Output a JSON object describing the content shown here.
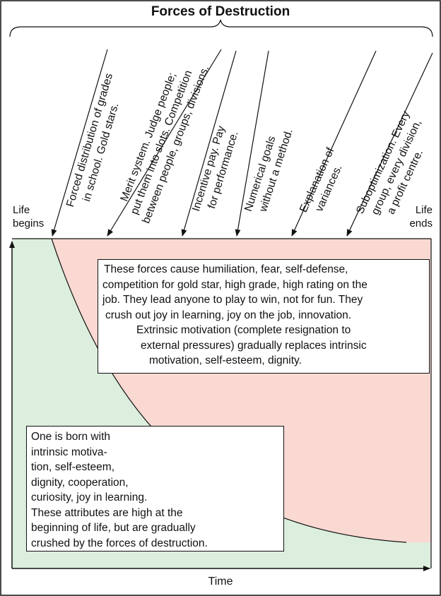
{
  "title": "Forces of Destruction",
  "life_begins": [
    "Life",
    "begins"
  ],
  "life_ends": [
    "Life",
    "ends"
  ],
  "x_axis_label": "Time",
  "forces": [
    {
      "lines": [
        "Forced distribution of grades",
        "in school. Gold stars."
      ]
    },
    {
      "lines": [
        "Merit system. Judge people;",
        "put them into slots. Competition",
        "between people, groups, divisions."
      ]
    },
    {
      "lines": [
        "Incentive pay. Pay",
        "for performance."
      ]
    },
    {
      "lines": [
        "Numerical goals",
        "without a method."
      ]
    },
    {
      "lines": [
        "Explanation of",
        "variances."
      ]
    },
    {
      "lines": [
        "Suboptimization. Every",
        "group, every division,",
        "a profit centre."
      ]
    }
  ],
  "destruction_box": {
    "lines": [
      "These forces cause humiliation, fear, self-defense,",
      "competition for gold star,  high grade, high rating on the",
      "job. They lead  anyone to play to win, not for fun. They",
      "crush out joy in learning, joy on the job, innovation.",
      "Extrinsic motivation (complete resignation to",
      "external pressures) gradually replaces intrinsic",
      "motivation, self-esteem, dignity."
    ]
  },
  "intrinsic_box": {
    "lines": [
      "One is born with",
      "intrinsic   motiva-",
      "tion,   self-esteem,",
      "dignity,   cooperation,",
      "curiosity, joy in learning.",
      "These attributes are high at the",
      "beginning of life, but are gradually",
      "crushed by the forces of destruction."
    ]
  },
  "colors": {
    "intrinsic_fill": "#dceedd",
    "destruction_fill": "#fad9d3",
    "ink": "#111111"
  }
}
